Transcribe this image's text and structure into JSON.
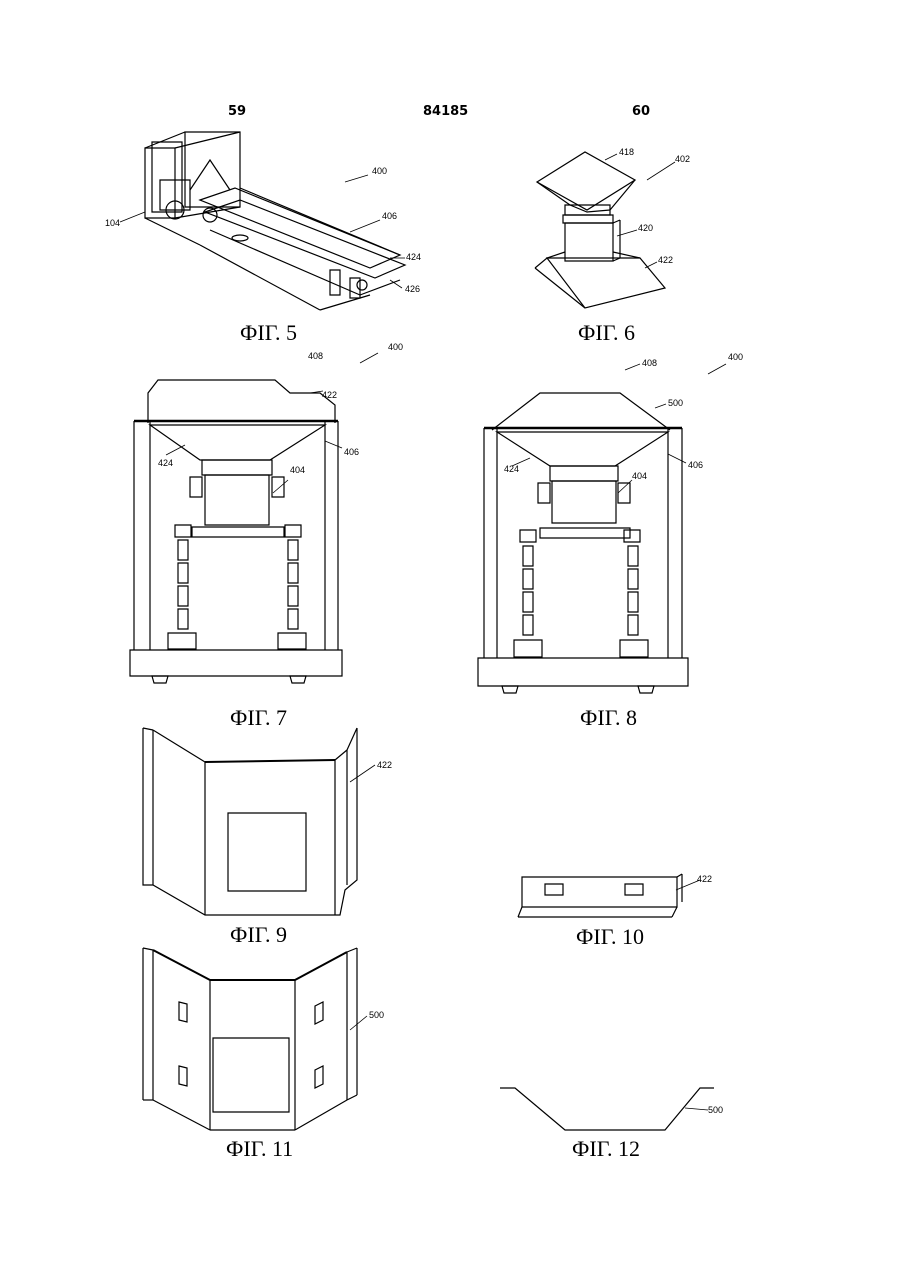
{
  "header": {
    "left_page": "59",
    "patent_number": "84185",
    "right_page": "60"
  },
  "figures": {
    "fig5": {
      "caption": "ФІГ. 5",
      "labels": {
        "a": "400",
        "b": "406",
        "c": "424",
        "d": "426",
        "e": "104"
      }
    },
    "fig6": {
      "caption": "ФІГ. 6",
      "labels": {
        "a": "418",
        "b": "402",
        "c": "420",
        "d": "422"
      }
    },
    "fig7": {
      "caption": "ФІГ. 7",
      "labels": {
        "a": "408",
        "b": "400",
        "c": "422",
        "d": "424",
        "e": "406",
        "f": "404"
      }
    },
    "fig8": {
      "caption": "ФІГ. 8",
      "labels": {
        "a": "408",
        "b": "400",
        "c": "500",
        "d": "424",
        "e": "406",
        "f": "404"
      }
    },
    "fig9": {
      "caption": "ФІГ. 9",
      "labels": {
        "a": "422"
      }
    },
    "fig10": {
      "caption": "ФІГ. 10",
      "labels": {
        "a": "422"
      }
    },
    "fig11": {
      "caption": "ФІГ. 11",
      "labels": {
        "a": "500"
      }
    },
    "fig12": {
      "caption": "ФІГ. 12",
      "labels": {
        "a": "500"
      }
    }
  }
}
